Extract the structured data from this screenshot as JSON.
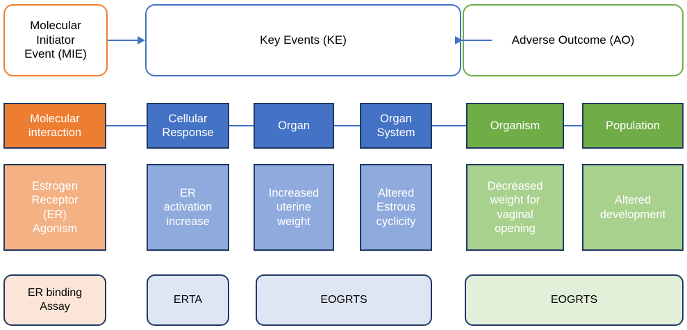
{
  "diagram": {
    "title": "Adverse Outcome Pathway (AOP) framework diagram",
    "colors": {
      "orange": "#ED7D31",
      "blue": "#4472C4",
      "green": "#70AD47",
      "orange_light": "#F4B183",
      "blue_light": "#8FAADC",
      "green_light": "#A9D18E",
      "peach": "#FBE5D6",
      "pale_blue": "#DEE6F4",
      "pale_green": "#E2EFD9",
      "border_navy": "#1F3864",
      "connector": "#4472C4"
    },
    "row_banners": [
      {
        "id": "mie",
        "label": "Molecular\nInitiator\nEvent (MIE)"
      },
      {
        "id": "ke",
        "label": "Key Events (KE)"
      },
      {
        "id": "ao",
        "label": "Adverse Outcome (AO)"
      }
    ],
    "row_levels": [
      {
        "id": "molecular-interaction",
        "label": "Molecular\ninteraction"
      },
      {
        "id": "cellular-response",
        "label": "Cellular\nResponse"
      },
      {
        "id": "organ",
        "label": "Organ"
      },
      {
        "id": "organ-system",
        "label": "Organ\nSystem"
      },
      {
        "id": "organism",
        "label": "Organism"
      },
      {
        "id": "population",
        "label": "Population"
      }
    ],
    "row_events": [
      {
        "id": "er-agonism",
        "label": "Estrogen\nReceptor\n(ER)\nAgonism"
      },
      {
        "id": "er-activation",
        "label": "ER\nactivation\nincrease"
      },
      {
        "id": "uterine-weight",
        "label": "Increased\nuterine\nweight"
      },
      {
        "id": "estrous-cyclicity",
        "label": "Altered\nEstrous\ncyclicity"
      },
      {
        "id": "vaginal-opening",
        "label": "Decreased\nweight for\nvaginal\nopening"
      },
      {
        "id": "altered-dev",
        "label": "Altered\ndevelopment"
      }
    ],
    "row_assays": [
      {
        "id": "er-binding-assay",
        "label": "ER binding\nAssay"
      },
      {
        "id": "erta",
        "label": "ERTA"
      },
      {
        "id": "eogrts-blue",
        "label": "EOGRTS"
      },
      {
        "id": "eogrts-green",
        "label": "EOGRTS"
      }
    ]
  }
}
